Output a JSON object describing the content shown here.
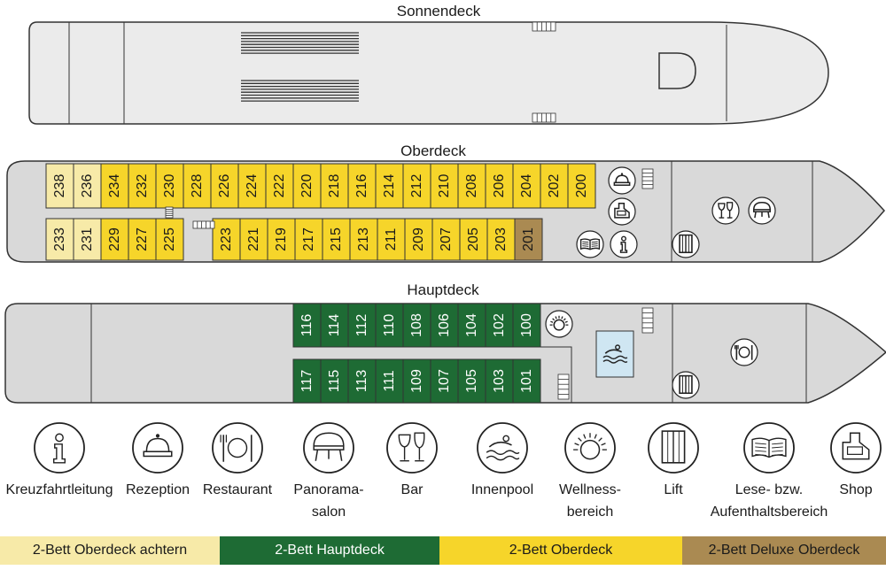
{
  "decks": {
    "sun": {
      "title": "Sonnendeck"
    },
    "upper": {
      "title": "Oberdeck"
    },
    "main": {
      "title": "Hauptdeck"
    }
  },
  "cabins": {
    "upper_top": [
      "238",
      "236",
      "234",
      "232",
      "230",
      "228",
      "226",
      "224",
      "222",
      "220",
      "218",
      "216",
      "214",
      "212",
      "210",
      "208",
      "206",
      "204",
      "202",
      "200"
    ],
    "upper_bottom": [
      "233",
      "231",
      "229",
      "227",
      "225",
      "223",
      "221",
      "219",
      "217",
      "215",
      "213",
      "211",
      "209",
      "207",
      "205",
      "203",
      "201"
    ],
    "main_top": [
      "116",
      "114",
      "112",
      "110",
      "108",
      "106",
      "104",
      "102",
      "100"
    ],
    "main_bottom": [
      "117",
      "115",
      "113",
      "111",
      "109",
      "107",
      "105",
      "103",
      "101"
    ]
  },
  "legend": [
    {
      "icon": "info-icon",
      "label": "Kreuzfahrtleitung"
    },
    {
      "icon": "reception-bell-icon",
      "label": "Rezeption"
    },
    {
      "icon": "restaurant-icon",
      "label": "Restaurant"
    },
    {
      "icon": "panorama-table-icon",
      "label": "Panorama-\nsalon"
    },
    {
      "icon": "bar-glasses-icon",
      "label": "Bar"
    },
    {
      "icon": "pool-icon",
      "label": "Innenpool"
    },
    {
      "icon": "wellness-sun-icon",
      "label": "Wellness-\nbereich"
    },
    {
      "icon": "lift-icon",
      "label": "Lift"
    },
    {
      "icon": "book-icon",
      "label": "Lese- bzw.\nAufenthaltsbereich"
    },
    {
      "icon": "shop-icon",
      "label": "Shop"
    }
  ],
  "key": [
    {
      "label": "2-Bett Oberdeck achtern",
      "color": "#f7eaa8",
      "text_color": "#1a1a1a"
    },
    {
      "label": "2-Bett Hauptdeck",
      "color": "#1e6b34",
      "text_color": "#ffffff"
    },
    {
      "label": "2-Bett Oberdeck",
      "color": "#f6d52a",
      "text_color": "#1a1a1a"
    },
    {
      "label": "2-Bett Deluxe Oberdeck",
      "color": "#aa8a52",
      "text_color": "#1a1a1a"
    }
  ],
  "colors": {
    "hull": "#d9d9d9",
    "sun_hull": "#ebebeb",
    "aft": "#f7eaa8",
    "main": "#1e6b34",
    "upper": "#f6d52a",
    "deluxe": "#aa8a52",
    "pool": "#cfe6f2"
  }
}
